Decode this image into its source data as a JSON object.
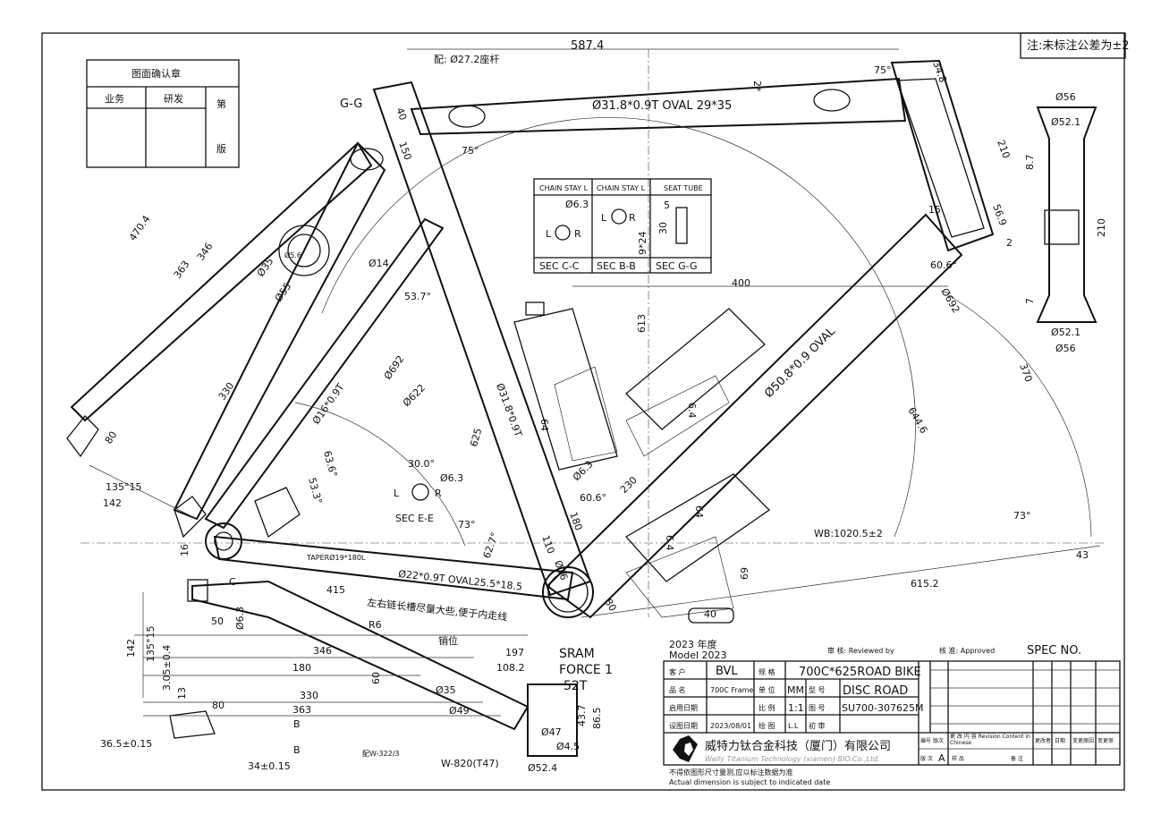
{
  "note": "注:未标注公差为±2",
  "stamp": {
    "title": "图面确认章",
    "business": "业务",
    "rd": "研发",
    "di": "第",
    "ban": "版"
  },
  "sections": {
    "headers": [
      "CHAIN STAY L",
      "CHAIN STAY L",
      "SEAT TUBE"
    ],
    "labels": [
      "SEC C-C",
      "SEC B-B",
      "SEC G-G"
    ],
    "cc_dim": "Ø6.3",
    "bb_dim": "9*24",
    "gg_dim1": "5",
    "gg_dim2": "30",
    "L": "L",
    "R": "R"
  },
  "sec_ee": {
    "angle": "30.0°",
    "dia": "Ø6.3",
    "label": "SEC E-E"
  },
  "head_detail": [
    "Ø56",
    "Ø52.1",
    "8.7",
    "210",
    "7",
    "Ø52.1",
    "Ø56"
  ],
  "dims": [
    "587.4",
    "配: Ø27.2座杆",
    "2*",
    "75°",
    "34.8",
    "Ø31.8*0.9T OVAL 29*35",
    "G-G",
    "40",
    "150",
    "75°",
    "210",
    "15",
    "56.9",
    "2",
    "60.6°",
    "Ø692",
    "400",
    "613",
    "Ø50.8*0.9 OVAL",
    "370",
    "644.6",
    "73°",
    "WB:1020.5±2",
    "43",
    "615.2",
    "69",
    "40",
    "80",
    "470.4",
    "363",
    "346",
    "330",
    "80",
    "135°15",
    "142",
    "Ø35",
    "Ø55",
    "Ø14",
    "53.7°",
    "Ø692",
    "Ø622",
    "Ø16*0.9T",
    "625",
    "Ø31.8*0.9T",
    "63.6°",
    "53.3°",
    "16",
    "64",
    "6.4",
    "64",
    "6.4",
    "Ø6.3",
    "60.6°",
    "230",
    "180",
    "110",
    "Ø16",
    "62.7°",
    "73°",
    "TAPERØ19*180L",
    "Ø22*0.9T OVAL25.5*18.5",
    "415",
    "左右链长槽尽量大些,便于内走线",
    "C",
    "50",
    "Ø6.3",
    "R6",
    "销位",
    "197",
    "108.2",
    "346",
    "180",
    "60",
    "330",
    "Ø35",
    "Ø49",
    "Ø47",
    "Ø4.5",
    "43.7",
    "86.5",
    "Ø52.4",
    "W-820(T47)",
    "配W-322/3",
    "142",
    "135°15",
    "3.05±0.4",
    "13",
    "80",
    "363",
    "B",
    "B",
    "36.5±0.15",
    "34±0.15",
    "Ø5.6"
  ],
  "chainring": {
    "line1": "SRAM",
    "line2": "FORCE 1",
    "line3": "52T"
  },
  "title_block": {
    "year_cn": "2023 年度",
    "model": "Model 2023",
    "reviewed": "审 核: Reviewed by",
    "approved": "核 准: Approved",
    "spec_no": "SPEC NO.",
    "customer_label": "客 户",
    "customer": "BVL",
    "spec_label": "规 格",
    "spec": "700C*625ROAD BIKE",
    "product_label": "品 名",
    "product": "700C Frame",
    "unit_label": "单 位",
    "unit": "MM",
    "model_label": "型 号",
    "model_no": "DISC ROAD",
    "enable_label": "启用日期",
    "enable_date": "",
    "scale_label": "比 例",
    "scale": "1:1",
    "drawing_label": "图 号",
    "drawing_no": "SU700-307625M",
    "design_label": "设图日期",
    "design_date": "2023/08/01",
    "draw_label": "绘 图",
    "draw_by": "L.L",
    "checked_label": "初 审",
    "company_cn": "威特力钛合金科技（厦门）有限公司",
    "company_en": "Welly Titanium Technology (xiamen) BIO.Co.,Ltd.",
    "rev_headers": [
      "编号",
      "版次",
      "更 改 内 容  Revision Content in Chinese",
      "更改者",
      "日期",
      "变更原因",
      "变更审"
    ],
    "version_label": "版 次",
    "version": "A",
    "sample_label": "样 品",
    "remark_label": "备 注",
    "footnote_cn": "不得依图形尺寸量测,应以标注数据为准",
    "footnote_en": "Actual dimension is subject to indicated date"
  }
}
